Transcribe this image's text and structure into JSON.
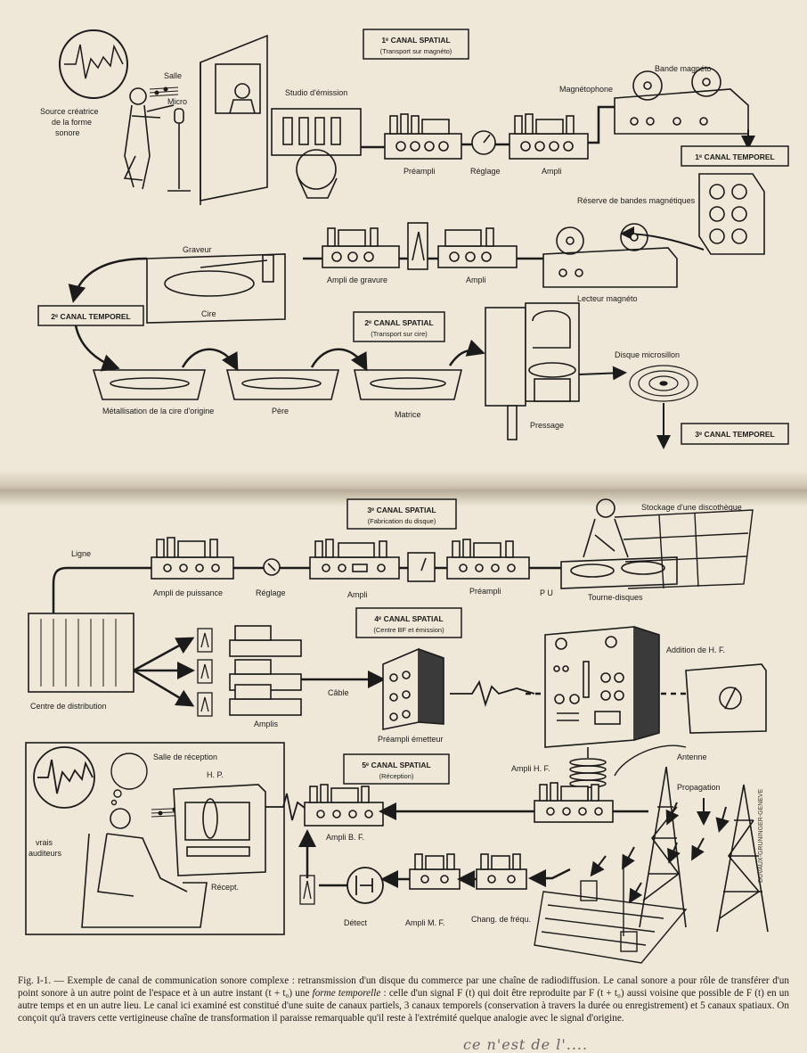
{
  "labels": {
    "salle": "Salle",
    "micro": "Micro",
    "source": [
      "Source créatrice",
      "de la forme",
      "sonore"
    ],
    "studio": "Studio d'émission",
    "preampli": "Préampli",
    "reglage": "Réglage",
    "ampli": "Ampli",
    "magnetophone": "Magnétophone",
    "bande": "Bande magnéto",
    "reserve": "Réserve de bandes magnétiques",
    "graveur": "Graveur",
    "cire": "Cire",
    "ampli_gravure": "Ampli de gravure",
    "lecteur": "Lecteur magnéto",
    "metallisation": "Métallisation de la cire d'origine",
    "pere": "Père",
    "matrice": "Matrice",
    "pressage": "Pressage",
    "disque": "Disque microsillon",
    "ligne": "Ligne",
    "ampli_puissance": "Ampli de puissance",
    "pu": "P U",
    "tourne": "Tourne-disques",
    "stockage": "Stockage d'une discothèque",
    "centre": "Centre de distribution",
    "amplis": "Amplis",
    "cable": "Câble",
    "preampli_emetteur": "Préampli émetteur",
    "addition": "Addition de H. F.",
    "antenne": "Antenne",
    "propagation": "Propagation",
    "salle_reception": "Salle de réception",
    "hp": "H. P.",
    "vrais": [
      "vrais",
      "auditeurs"
    ],
    "recept": "Récept.",
    "ampli_bf": "Ampli B. F.",
    "ampli_hf": "Ampli H. F.",
    "detect": "Détect",
    "ampli_mf": "Ampli M. F.",
    "chang": "Chang. de fréqu."
  },
  "boxes": {
    "c1_spatial": {
      "title": "1ᵉ CANAL SPATIAL",
      "sub": "(Transport sur magnéto)"
    },
    "c1_temporel": {
      "title": "1ᵉ CANAL TEMPOREL"
    },
    "c2_temporel": {
      "title": "2ᵉ CANAL TEMPOREL"
    },
    "c2_spatial": {
      "title": "2ᵉ CANAL SPATIAL",
      "sub": "(Transport sur cire)"
    },
    "c3_temporel": {
      "title": "3ᵉ CANAL TEMPOREL"
    },
    "c3_spatial": {
      "title": "3ᵉ CANAL SPATIAL",
      "sub": "(Fabrication du disque)"
    },
    "c4_spatial": {
      "title": "4ᵉ CANAL SPATIAL",
      "sub": "(Centre BF et émission)"
    },
    "c5_spatial": {
      "title": "5ᵉ CANAL SPATIAL",
      "sub": "(Réception)"
    }
  },
  "credit": "DUVAUX-GRUNINGER-GENEVE",
  "caption": {
    "fig": "Fig. I-1.",
    "text": " — Exemple de canal de communication sonore complexe : retransmission d'un disque du commerce par une chaîne de radiodiffusion. Le canal sonore a pour rôle de transférer d'un point sonore à un autre point de l'espace et à un autre instant (t + t₀) une ",
    "em": "forme temporelle",
    "text2": " : celle d'un signal F (t) qui doit être reproduite par F (t + t₀) aussi voisine que possible de F (t) en un autre temps et en un autre lieu. Le canal ici examiné est constitué d'une suite de canaux partiels, 3 canaux temporels (conservation à travers la durée ou enregistrement) et 5 canaux spatiaux. On conçoit qu'à travers cette vertigineuse chaîne de transformation il paraisse remarquable qu'il reste à l'extrémité quelque analogie avec le signal d'origine."
  },
  "handwriting": "ce n'est de l'...."
}
